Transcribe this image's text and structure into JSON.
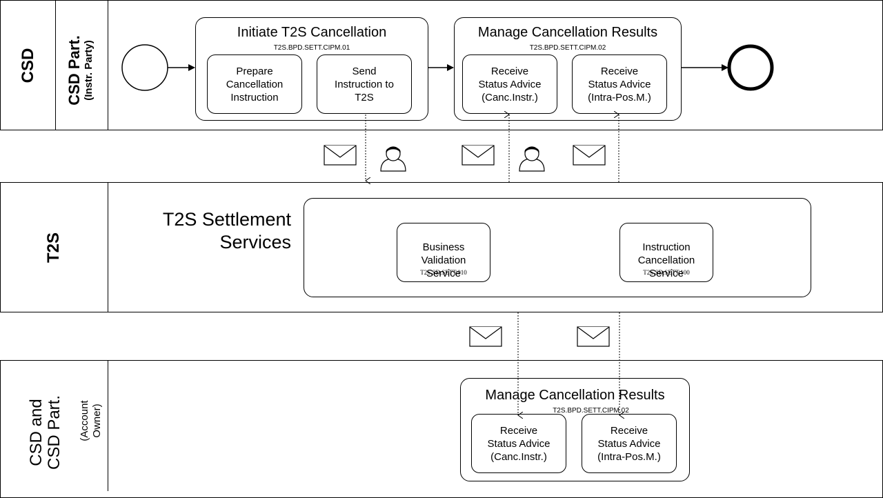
{
  "lanes": {
    "csd": {
      "label": "CSD",
      "sub_label": "CSD Part.",
      "sub_sub_label": "(Instr. Party)"
    },
    "t2s": {
      "label": "T2S",
      "inner_label": "T2S Settlement Services"
    },
    "owner": {
      "label": "CSD and CSD Part.",
      "sub_label": "(Account Owner)"
    }
  },
  "processes": {
    "initiate": {
      "title": "Initiate T2S Cancellation",
      "code": "T2S.BPD.SETT.CIPM.01",
      "tasks": [
        "Prepare\nCancellation\nInstruction",
        "Send\nInstruction to\nT2S"
      ]
    },
    "manage_top": {
      "title": "Manage Cancellation Results",
      "code": "T2S.BPD.SETT.CIPM.02",
      "tasks": [
        "Receive\nStatus Advice\n(Canc.Instr.)",
        "Receive\nStatus Advice\n(Intra-Pos.M.)"
      ]
    },
    "manage_bottom": {
      "title": "Manage Cancellation Results",
      "code": "T2S.BPD.SETT.CIPM.02",
      "tasks": [
        "Receive\nStatus Advice\n(Canc.Instr.)",
        "Receive\nStatus Advice\n(Intra-Pos.M.)"
      ]
    }
  },
  "services": [
    {
      "name": "Business\nValidation\nService",
      "code": "T2S.SD.SETT.010"
    },
    {
      "name": "Instruction\nCancellation\nService",
      "code": "T2S.SD.SETT.100"
    }
  ],
  "icons": [
    "envelope-icon",
    "person-icon"
  ]
}
